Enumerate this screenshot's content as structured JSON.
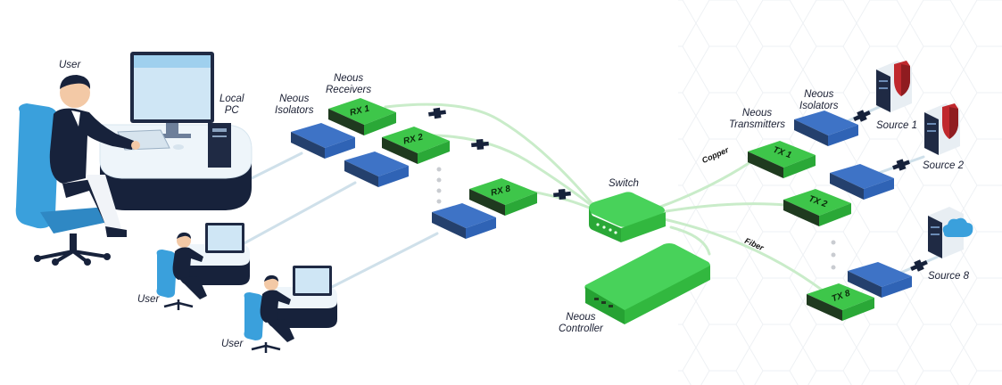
{
  "labels": {
    "user_top": "User",
    "local_pc": [
      "Local",
      "PC"
    ],
    "isolators_left": [
      "Neous",
      "Isolators"
    ],
    "receivers": [
      "Neous",
      "Receivers"
    ],
    "user_mid": "User",
    "user_bottom": "User",
    "switch": "Switch",
    "controller": [
      "Neous",
      "Controller"
    ],
    "transmitters": [
      "Neous",
      "Transmitters"
    ],
    "isolators_right": [
      "Neous",
      "Isolators"
    ],
    "copper": "Copper",
    "fiber": "Fiber",
    "source1": "Source 1",
    "source2": "Source 2",
    "source8": "Source 8"
  },
  "units": {
    "rx1": "RX 1",
    "rx2": "RX 2",
    "rx8": "RX 8",
    "tx1": "TX 1",
    "tx2": "TX 2",
    "tx8": "TX 8"
  },
  "colors": {
    "green": "#3ec64a",
    "green_dark": "#24a52f",
    "blue": "#2f63b5",
    "navy": "#17223b",
    "sky": "#3aa0dc",
    "link_green": "#c9ecc9",
    "link_blue": "#cfe0ea",
    "shield_red": "#c0282d"
  },
  "icons": [
    "isolator-icon",
    "receiver-icon",
    "transmitter-icon",
    "switch-icon",
    "controller-icon",
    "server-shield-icon",
    "server-cloud-icon",
    "connector-icon",
    "monitor-icon",
    "chair-icon"
  ]
}
